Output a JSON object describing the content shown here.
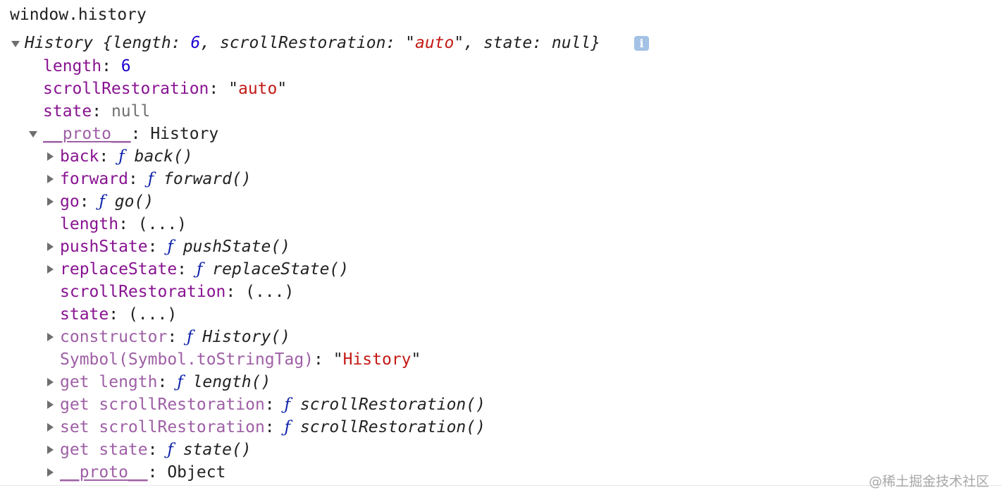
{
  "command": "window.history",
  "summary": {
    "class_name": "History",
    "open_brace": "{",
    "k1": "length",
    "v1": "6",
    "k2": "scrollRestoration",
    "v2": "auto",
    "k3": "state",
    "v3": "null",
    "close_brace": "}",
    "info_icon": "i"
  },
  "own_props": {
    "length": {
      "name": "length",
      "value": "6"
    },
    "scroll": {
      "name": "scrollRestoration",
      "value": "auto"
    },
    "state": {
      "name": "state",
      "value": "null"
    }
  },
  "proto": {
    "name": "__proto__",
    "value": "History",
    "items": {
      "back": {
        "name": "back",
        "f": "ƒ",
        "fn": "back()"
      },
      "forward": {
        "name": "forward",
        "f": "ƒ",
        "fn": "forward()"
      },
      "go": {
        "name": "go",
        "f": "ƒ",
        "fn": "go()"
      },
      "length": {
        "name": "length",
        "value": "(...)"
      },
      "pushState": {
        "name": "pushState",
        "f": "ƒ",
        "fn": "pushState()"
      },
      "replaceState": {
        "name": "replaceState",
        "f": "ƒ",
        "fn": "replaceState()"
      },
      "scrollRestoration": {
        "name": "scrollRestoration",
        "value": "(...)"
      },
      "state": {
        "name": "state",
        "value": "(...)"
      },
      "constructor": {
        "name": "constructor",
        "f": "ƒ",
        "fn": "History()"
      },
      "toStringTag": {
        "name": "Symbol(Symbol.toStringTag)",
        "value": "History"
      },
      "getLength": {
        "name": "get length",
        "f": "ƒ",
        "fn": "length()"
      },
      "getScroll": {
        "name": "get scrollRestoration",
        "f": "ƒ",
        "fn": "scrollRestoration()"
      },
      "setScroll": {
        "name": "set scrollRestoration",
        "f": "ƒ",
        "fn": "scrollRestoration()"
      },
      "getState": {
        "name": "get state",
        "f": "ƒ",
        "fn": "state()"
      },
      "proto2": {
        "name": "__proto__",
        "value": "Object"
      }
    }
  },
  "watermark": "@稀土掘金技术社区",
  "colors": {
    "property_name": "#881391",
    "property_name_dim": "#9e5fa5",
    "number": "#1c00cf",
    "string": "#c41a16",
    "function_keyword": "#0d22aa",
    "null": "#707070",
    "info_badge": "#a3c2e6"
  },
  "icons": {
    "expanded": "triangle-down-icon",
    "collapsed": "triangle-right-icon",
    "info": "info-icon"
  }
}
